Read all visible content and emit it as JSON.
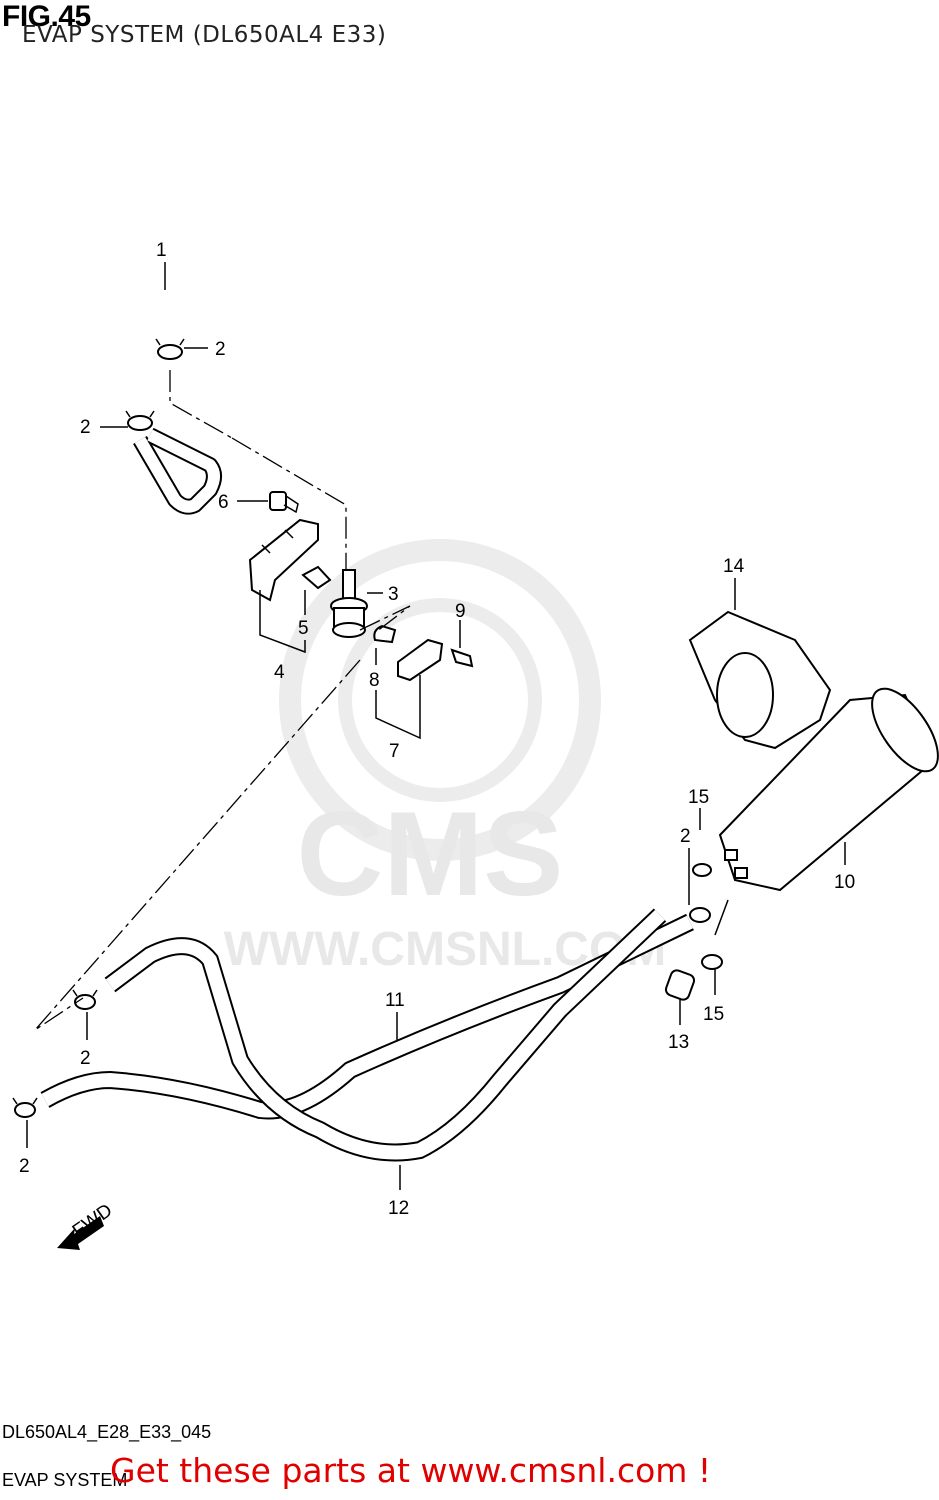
{
  "header": {
    "fig_title": "FIG.45",
    "subtitle": "EVAP SYSTEM (DL650AL4 E33)"
  },
  "watermark": {
    "brand": "CMS",
    "url": "WWW.CMSNL.COM"
  },
  "fwd_label": "FWD",
  "callouts": {
    "c1": "1",
    "c2a": "2",
    "c2b": "2",
    "c2c": "2",
    "c2d": "2",
    "c2e": "2",
    "c3": "3",
    "c4": "4",
    "c5": "5",
    "c6": "6",
    "c7": "7",
    "c8": "8",
    "c9": "9",
    "c10": "10",
    "c11": "11",
    "c12": "12",
    "c13": "13",
    "c14": "14",
    "c15a": "15",
    "c15b": "15"
  },
  "footer": {
    "code": "DL650AL4_E28_E33_045",
    "subtitle": "EVAP SYSTEM",
    "banner": "Get these parts at www.cmsnl.com !"
  },
  "colors": {
    "line": "#000000",
    "watermark": "#e8e8e8",
    "banner": "#e00000"
  }
}
